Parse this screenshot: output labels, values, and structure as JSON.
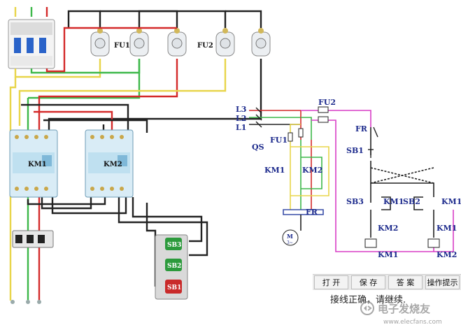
{
  "diagram": {
    "components": {
      "fuse_group_1": "FU1",
      "fuse_group_2": "FU2",
      "contactor_1": "KM1",
      "contactor_2": "KM2",
      "button_3": "SB3",
      "button_2": "SB2",
      "button_1": "SB1"
    },
    "schematic_labels": {
      "l3": "L3",
      "l2": "L2",
      "l1": "L1",
      "qs": "QS",
      "fu1": "FU1",
      "fu2": "FU2",
      "fr_contact": "FR",
      "sb1": "SB1",
      "km1_main": "KM1",
      "km2_main": "KM2",
      "fr_relay": "FR",
      "sb3": "SB3",
      "km1_aux": "KM1",
      "sb2": "SB2",
      "km1_aux2": "KM1",
      "km2_interlock_1": "KM2",
      "km1_interlock_2": "KM1",
      "km1_coil": "KM1",
      "km2_coil": "KM2",
      "motor": "M",
      "motor_sub": "3~"
    }
  },
  "toolbar": {
    "open": "打 开",
    "save": "保 存",
    "answer": "答 案",
    "hint": "操作提示"
  },
  "status_message": "接线正确，请继续.",
  "watermark": {
    "brand": "电子发烧友",
    "domain": "www.elecfans.com"
  },
  "colors": {
    "yellow": "#e8d54a",
    "green": "#3db84a",
    "red": "#d42a2a",
    "black": "#222222",
    "magenta": "#d83fc6",
    "schematic_blue": "#1c2a8c"
  }
}
